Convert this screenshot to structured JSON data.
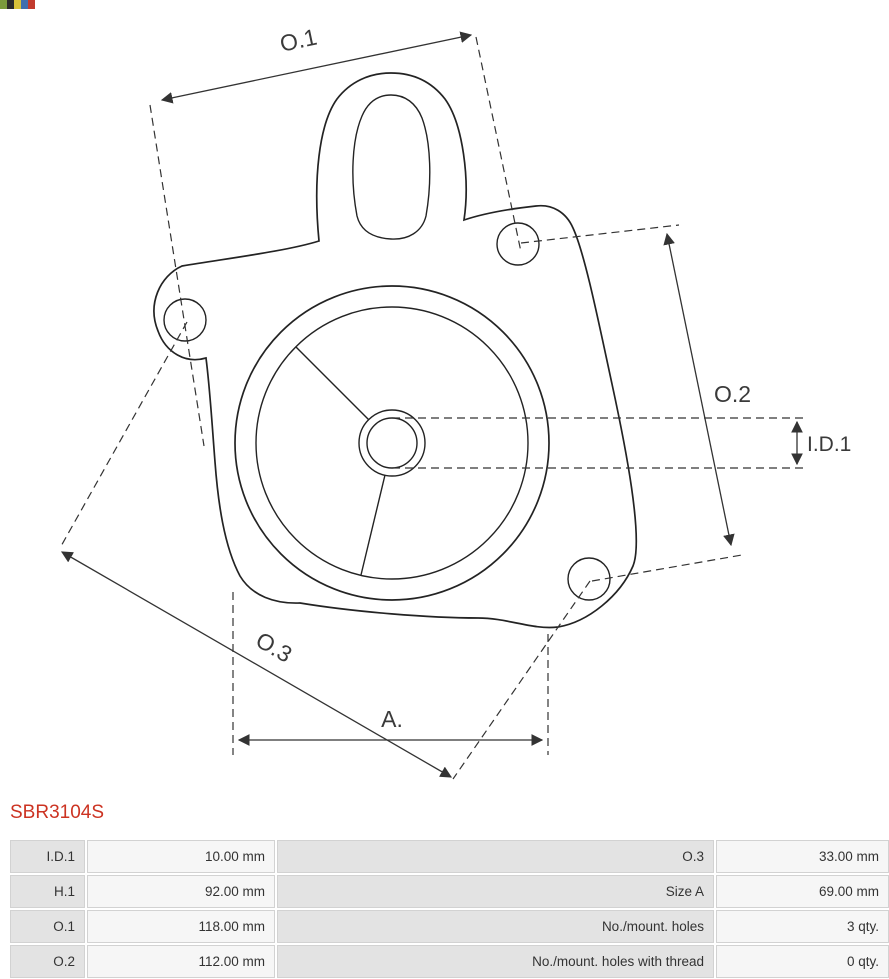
{
  "page": {
    "part_number": "SBR3104S"
  },
  "drawing": {
    "labels": {
      "o1": "O.1",
      "o2": "O.2",
      "o3": "O.3",
      "a": "A.",
      "id1": "I.D.1"
    }
  },
  "spec_table": {
    "rows": [
      {
        "label_left": "I.D.1",
        "value_left": "10.00 mm",
        "label_right": "O.3",
        "value_right": "33.00 mm"
      },
      {
        "label_left": "H.1",
        "value_left": "92.00 mm",
        "label_right": "Size A",
        "value_right": "69.00 mm"
      },
      {
        "label_left": "O.1",
        "value_left": "118.00 mm",
        "label_right": "No./mount. holes",
        "value_right": "3 qty."
      },
      {
        "label_left": "O.2",
        "value_left": "112.00 mm",
        "label_right": "No./mount. holes with thread",
        "value_right": "0 qty."
      }
    ]
  },
  "colors": {
    "part_number_red": "#cc3322",
    "drawing_line": "#232323",
    "dimension_text": "#3a3a3a",
    "cell_label_bg": "#e3e3e3",
    "cell_value_bg": "#f6f6f6",
    "cell_border": "#d2d2d2"
  }
}
